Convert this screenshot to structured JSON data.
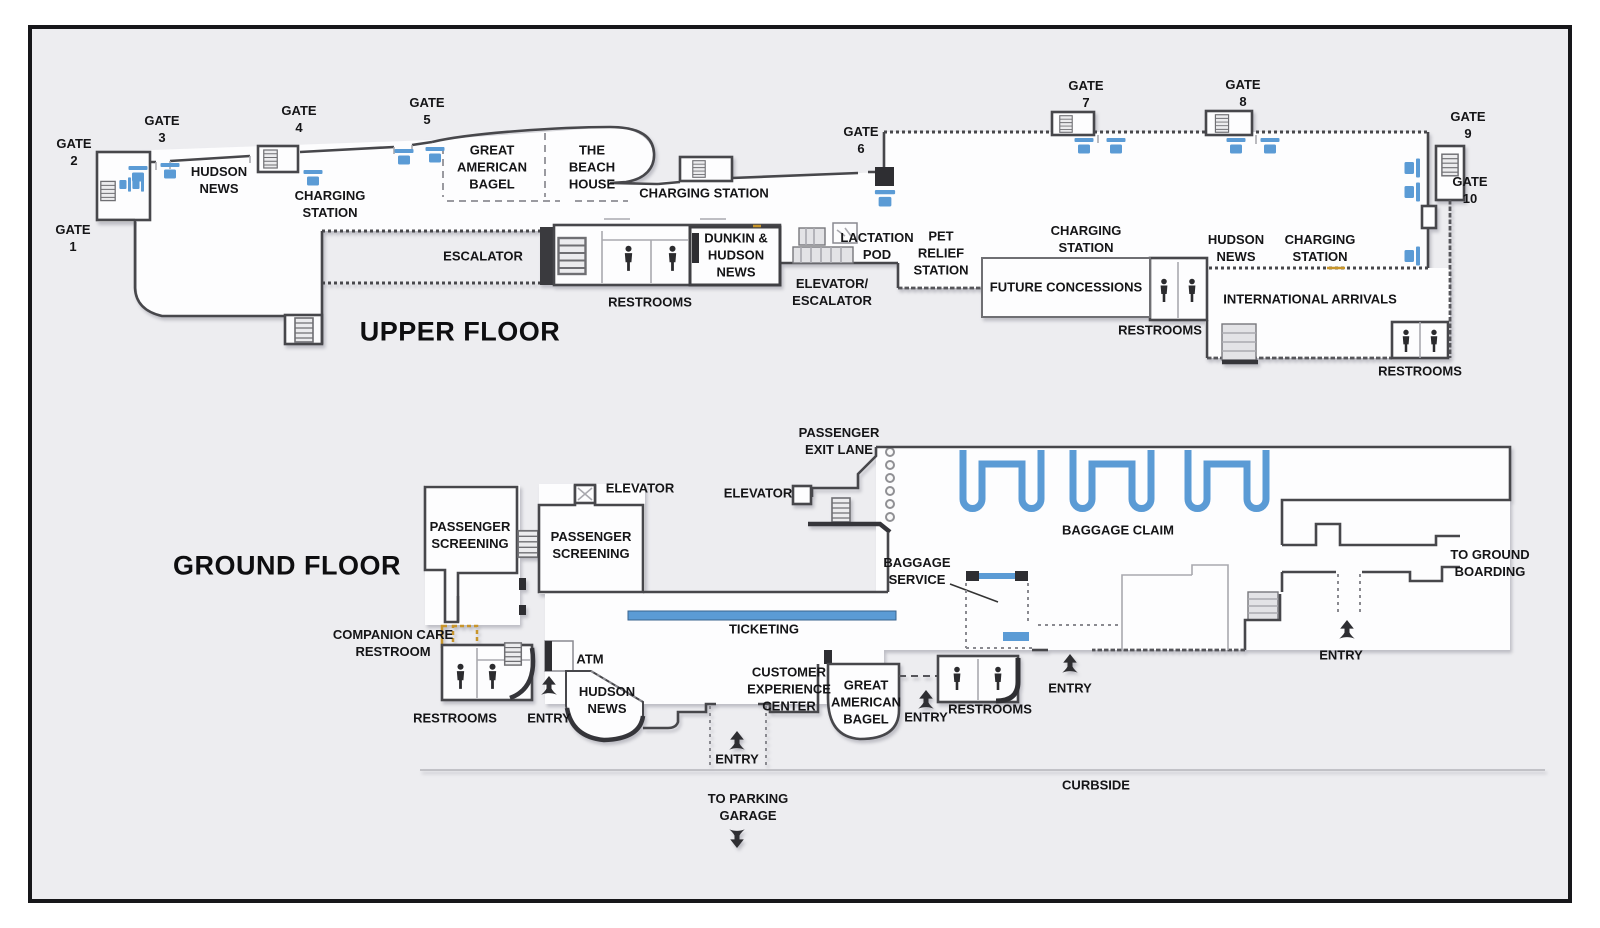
{
  "map_title": "Airport terminal floor plan",
  "colors": {
    "background": "#ededf0",
    "frame_border": "#17171a",
    "wall": "#47474b",
    "room_fill": "#fdfdfe",
    "seat_blue": "#5b9bd5",
    "carousel_blue": "#5b9bd5",
    "accent_gold": "#c8952b",
    "text": "#151517"
  },
  "icons": {
    "entry_arrow": "up-arrow",
    "parking_arrow": "down-arrow",
    "restroom_person": "person-silhouette",
    "stairs": "stairs-hatch",
    "seat": "blue-seat-block",
    "exit_lane_chain": "chain-links"
  },
  "labels": {
    "upper_floor_title": "UPPER FLOOR",
    "ground_floor_title": "GROUND FLOOR",
    "gate_1": "GATE\n1",
    "gate_2": "GATE\n2",
    "gate_3": "GATE\n3",
    "gate_4": "GATE\n4",
    "gate_5": "GATE\n5",
    "gate_6": "GATE\n6",
    "gate_7": "GATE\n7",
    "gate_8": "GATE\n8",
    "gate_9": "GATE\n9",
    "gate_10": "GATE\n10",
    "hudson_news_1": "HUDSON\nNEWS",
    "charging_station_1": "CHARGING\nSTATION",
    "great_american_bagel_upper": "GREAT\nAMERICAN\nBAGEL",
    "the_beach_house": "THE\nBEACH\nHOUSE",
    "charging_station_2": "CHARGING STATION",
    "escalator_upper": "ESCALATOR",
    "restrooms_upper_mid": "RESTROOMS",
    "dunkin_hudson_news": "DUNKIN &\nHUDSON\nNEWS",
    "lactation_pod": "LACTATION\nPOD",
    "elevator_escalator": "ELEVATOR/\nESCALATOR",
    "pet_relief_station": "PET\nRELIEF\nSTATION",
    "charging_station_3": "CHARGING\nSTATION",
    "future_concessions": "FUTURE CONCESSIONS",
    "hudson_news_2": "HUDSON\nNEWS",
    "charging_station_4": "CHARGING\nSTATION",
    "restrooms_upper_right": "RESTROOMS",
    "international_arrivals": "INTERNATIONAL ARRIVALS",
    "restrooms_upper_far": "RESTROOMS",
    "passenger_exit_lane": "PASSENGER\nEXIT LANE",
    "elevator_1": "ELEVATOR",
    "elevator_2": "ELEVATOR",
    "passenger_screening_1": "PASSENGER\nSCREENING",
    "passenger_screening_2": "PASSENGER\nSCREENING",
    "baggage_claim": "BAGGAGE CLAIM",
    "baggage_service": "BAGGAGE\nSERVICE",
    "to_ground_boarding": "TO GROUND\nBOARDING",
    "companion_care_restroom": "COMPANION CARE\nRESTROOM",
    "ticketing": "TICKETING",
    "atm": "ATM",
    "hudson_news_3": "HUDSON\nNEWS",
    "restrooms_ground_left": "RESTROOMS",
    "entry_1": "ENTRY",
    "customer_experience_center": "CUSTOMER\nEXPERIENCE\nCENTER",
    "great_american_bagel_ground": "GREAT\nAMERICAN\nBAGEL",
    "entry_2": "ENTRY",
    "entry_3": "ENTRY",
    "restrooms_ground_right": "RESTROOMS",
    "entry_4": "ENTRY",
    "entry_5": "ENTRY",
    "to_parking_garage": "TO PARKING\nGARAGE",
    "curbside": "CURBSIDE"
  }
}
